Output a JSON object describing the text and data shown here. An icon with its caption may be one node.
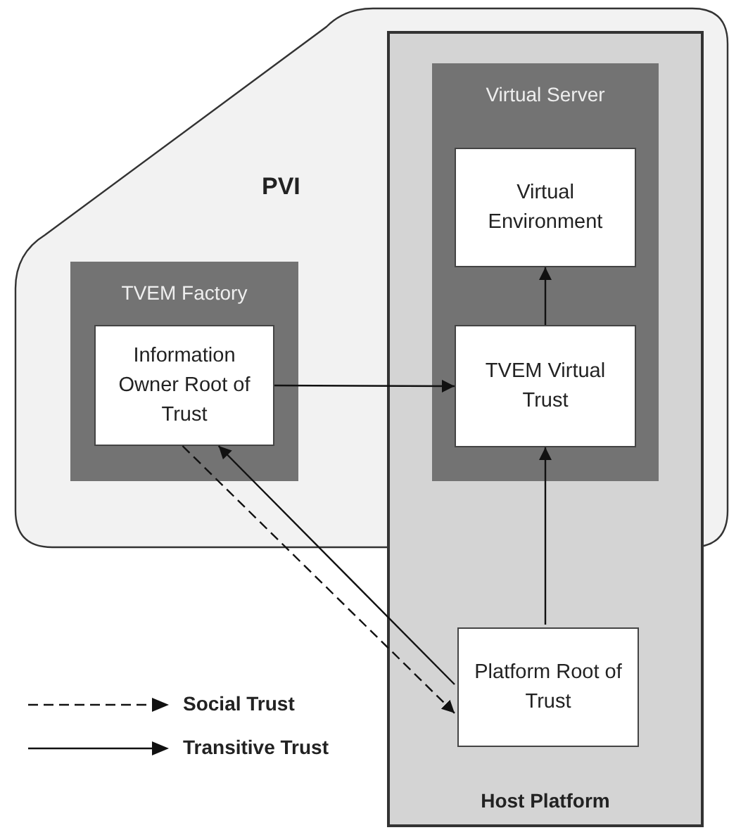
{
  "diagram": {
    "nodes": [
      {
        "text": [
          "PVI"
        ]
      },
      {
        "text": [
          "TVEM Factory"
        ],
        "in": 0
      },
      {
        "text": [
          "Information Owner Root of Trust"
        ],
        "in": 1
      },
      {
        "text": [
          "Host Platform"
        ]
      },
      {
        "text": [
          "Virtual Server"
        ]
      },
      {
        "text": [
          "Virtual Environment"
        ],
        "in": 4
      },
      {
        "text": [
          "TVEM Virtual Trust"
        ],
        "in": 4
      },
      {
        "text": [
          "Platform Root of Trust"
        ],
        "in": 3
      }
    ],
    "edges": [
      {
        "from": 2,
        "to": 6,
        "arrow": "to"
      },
      {
        "from": 6,
        "to": 5,
        "arrow": "to"
      },
      {
        "from": 7,
        "to": 6,
        "arrow": "to"
      },
      {
        "from": 2,
        "to": 7,
        "arrow": "to",
        "style": "dashed"
      },
      {
        "from": 7,
        "to": 2,
        "arrow": "to"
      }
    ],
    "legend": [
      {
        "text": "Social Trust"
      },
      {
        "text": "Transitive Trust"
      }
    ]
  }
}
